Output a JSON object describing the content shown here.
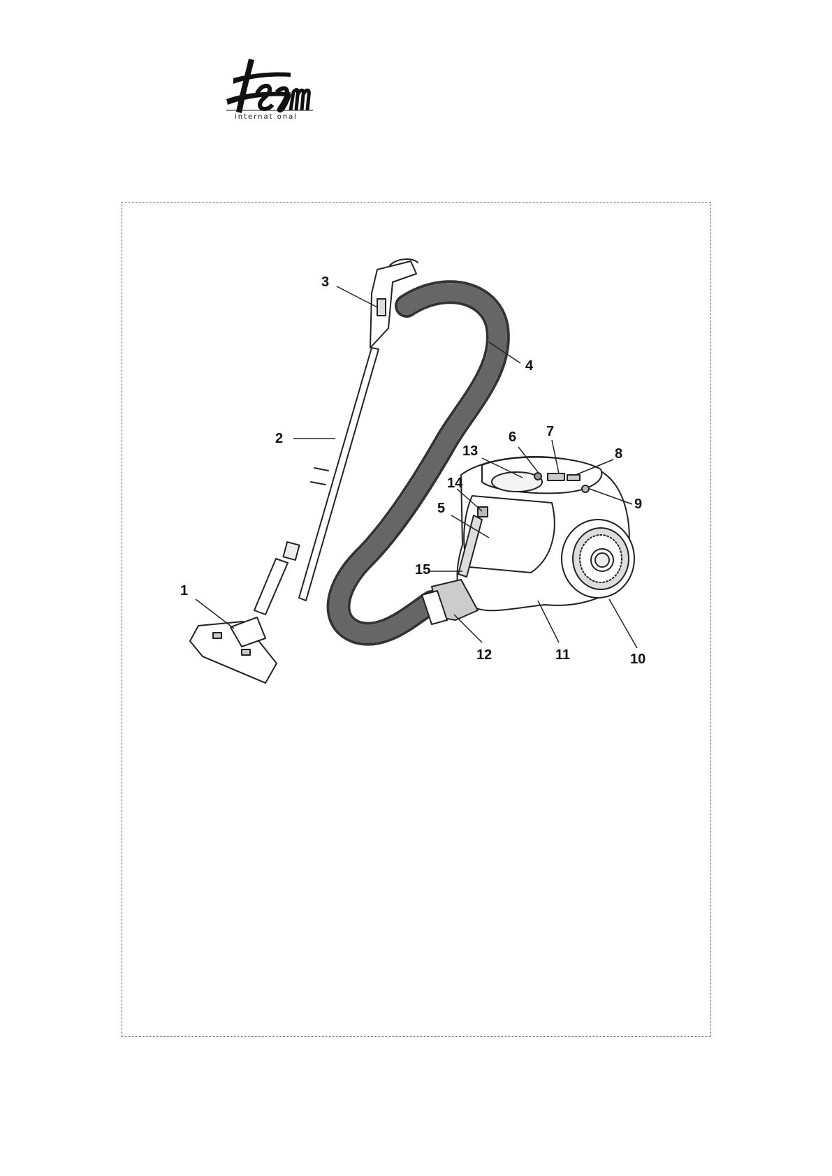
{
  "logo": {
    "wordmark": "team",
    "subline": "international"
  },
  "callouts": [
    "1",
    "2",
    "3",
    "4",
    "5",
    "6",
    "7",
    "8",
    "9",
    "10",
    "11",
    "12",
    "13",
    "14",
    "15"
  ]
}
